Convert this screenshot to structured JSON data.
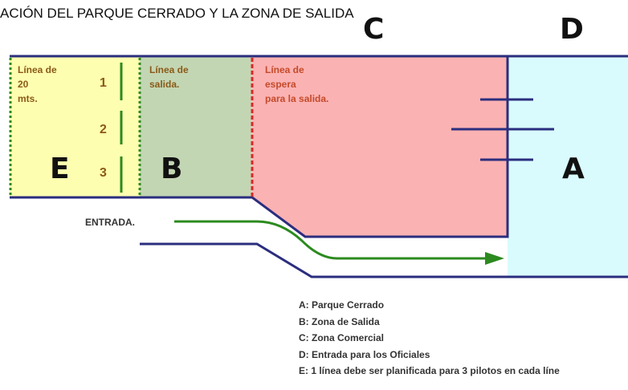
{
  "title": "ACIÓN DEL PARQUE CERRADO Y LA ZONA DE SALIDA",
  "zones": {
    "C": "C",
    "D": "D",
    "E": "E",
    "B": "B",
    "A": "A"
  },
  "labels": {
    "line20": [
      "Línea de",
      "20",
      "mts."
    ],
    "salida": [
      "Línea de",
      "salida."
    ],
    "espera": [
      "Línea de",
      "espera",
      "para la salida."
    ],
    "entrada": "ENTRADA."
  },
  "grid_numbers": [
    "1",
    "2",
    "3"
  ],
  "legend": [
    "A: Parque Cerrado",
    "B: Zona de Salida",
    "C: Zona Comercial",
    "D: Entrada para los Oficiales",
    "E: 1 línea debe ser planificada para 3 pilotos en cada líne"
  ],
  "colors": {
    "zone_e": "#fefeb0",
    "zone_b": "#c3d6b3",
    "zone_c": "#fbb2b2",
    "zone_a": "#d9fbfd",
    "outline": "#2b2e7e",
    "green": "#2c8a1f",
    "red_dash": "#d8282a"
  }
}
